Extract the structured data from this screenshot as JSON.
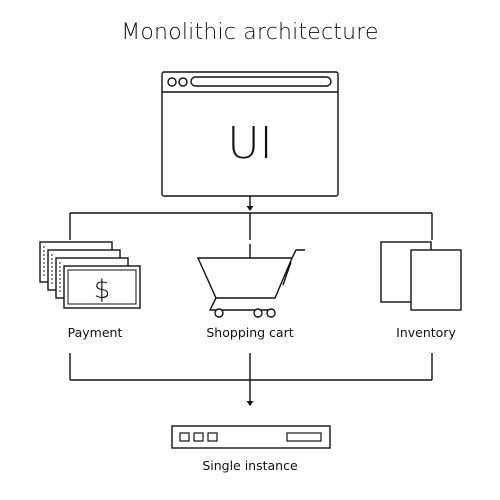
{
  "title": "Monolithic architecture",
  "ui_box": {
    "label": "UI"
  },
  "components": [
    {
      "label": "Payment",
      "icon": "money-stack-icon"
    },
    {
      "label": "Shopping cart",
      "icon": "shopping-cart-icon"
    },
    {
      "label": "Inventory",
      "icon": "document-pages-icon"
    }
  ],
  "server": {
    "label": "Single instance",
    "icon": "server-rack-icon"
  },
  "payment_symbol": "$"
}
